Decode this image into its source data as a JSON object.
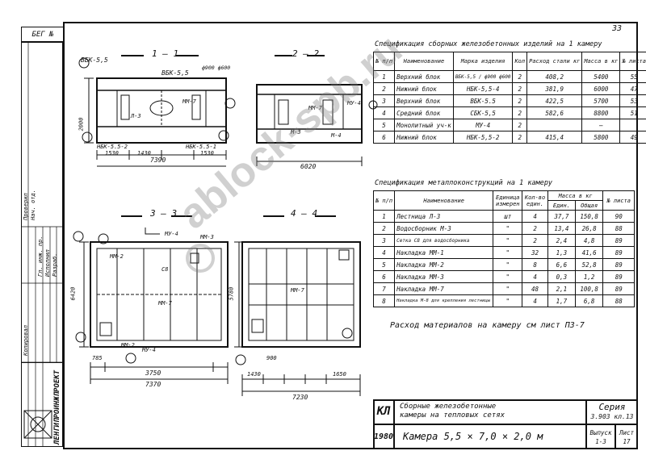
{
  "stamp": "БЕГ №",
  "sheet_number": "33",
  "sections": {
    "s1": "1 — 1",
    "s2": "2 — 2",
    "s3": "3 — 3",
    "s4": "4 — 4"
  },
  "spec_precast": {
    "title": "Спецификация сборных железобетонных изделий на 1 камеру",
    "headers": [
      "№ п/п",
      "Наименование",
      "Марка изделия",
      "Кол",
      "Расход стали кг",
      "Масса в кг",
      "№ листа"
    ],
    "rows": [
      [
        "1",
        "Верхний блок",
        "ВБК-5,5 / ф900 ф600",
        "2",
        "408,2",
        "5400",
        "55"
      ],
      [
        "2",
        "Нижний блок",
        "НБК-5,5-4",
        "2",
        "381,9",
        "6000",
        "47"
      ],
      [
        "3",
        "Верхний блок",
        "ВБК-5.5",
        "2",
        "422,5",
        "5700",
        "53"
      ],
      [
        "4",
        "Средний блок",
        "СБК-5,5",
        "2",
        "582,6",
        "8800",
        "51"
      ],
      [
        "5",
        "Монолитный уч-к",
        "МУ-4",
        "2",
        "",
        "—",
        ""
      ],
      [
        "6",
        "Нижний блок",
        "НБК-5,5-2",
        "2",
        "415,4",
        "5800",
        "49"
      ]
    ]
  },
  "spec_metal": {
    "title": "Спецификация металлоконструкций на 1 камеру",
    "headers": [
      "№ п/п",
      "Наименование",
      "Единица измерен",
      "Кол-во един.",
      "Масса в кг",
      "№ листа"
    ],
    "subheaders": [
      "Един.",
      "Общая"
    ],
    "rows": [
      [
        "1",
        "Лестница Л-3",
        "шт",
        "4",
        "37,7",
        "150,8",
        "90"
      ],
      [
        "2",
        "Водосборник М-3",
        "\"",
        "2",
        "13,4",
        "26,8",
        "88"
      ],
      [
        "3",
        "Сетка С8 для водосборника",
        "\"",
        "2",
        "2,4",
        "4,8",
        "89"
      ],
      [
        "4",
        "Накладка ММ-1",
        "\"",
        "32",
        "1,3",
        "41,6",
        "89"
      ],
      [
        "5",
        "Накладка ММ-2",
        "\"",
        "8",
        "6,6",
        "52,8",
        "89"
      ],
      [
        "6",
        "Накладка ММ-3",
        "\"",
        "4",
        "0,3",
        "1,2",
        "89"
      ],
      [
        "7",
        "Накладка ММ-7",
        "\"",
        "48",
        "2,1",
        "100,8",
        "89"
      ],
      [
        "8",
        "Накладка М-8 для крепления лестницы",
        "\"",
        "4",
        "1,7",
        "6,8",
        "88"
      ]
    ]
  },
  "note": "Расход материалов на камеру см лист ПЗ-7",
  "title_block": {
    "kl": "КЛ",
    "year": "1980",
    "desc_line1": "Сборные железобетонные",
    "desc_line2": "камеры на тепловых сетях",
    "name": "Камера 5,5 × 7,0 × 2,0 м",
    "series_label": "Серия",
    "series_value": "3.903 кл.13",
    "issue_label": "Выпуск",
    "issue_value": "1-3",
    "sheet_label": "Лист",
    "sheet_value": "17"
  },
  "org": "ЛЕНГИПРОИНЖПРОЕКТ",
  "side_texts": [
    "Проверил",
    "Нач. отд.",
    "Гл. инж. пр.",
    "Исполнил",
    "Разраб.",
    "Копировал"
  ],
  "drawing_labels": {
    "vbk": "ВБК-5,5",
    "f900": "ф900 ф600",
    "nbk52": "НБК-5.5-2",
    "nbk51": "НБК-5.5-1",
    "mm7": "ММ-7",
    "mm2": "ММ-2",
    "mm3": "ММ-3",
    "mu4": "МУ-4",
    "m3": "М-3",
    "m4": "М-4",
    "l3": "Л-3",
    "c8": "С8",
    "dim_7390": "7390",
    "dim_6020": "6020",
    "dim_7370": "7370",
    "dim_7230": "7230",
    "dim_3750": "3750",
    "dim_1530": "1530",
    "dim_1430": "1430",
    "dim_1650": "1650",
    "dim_785": "785",
    "dim_900": "900",
    "dim_2000": "2000",
    "dim_5780": "5780",
    "dim_6420": "6420"
  },
  "watermark": "ablock-spb.ru"
}
